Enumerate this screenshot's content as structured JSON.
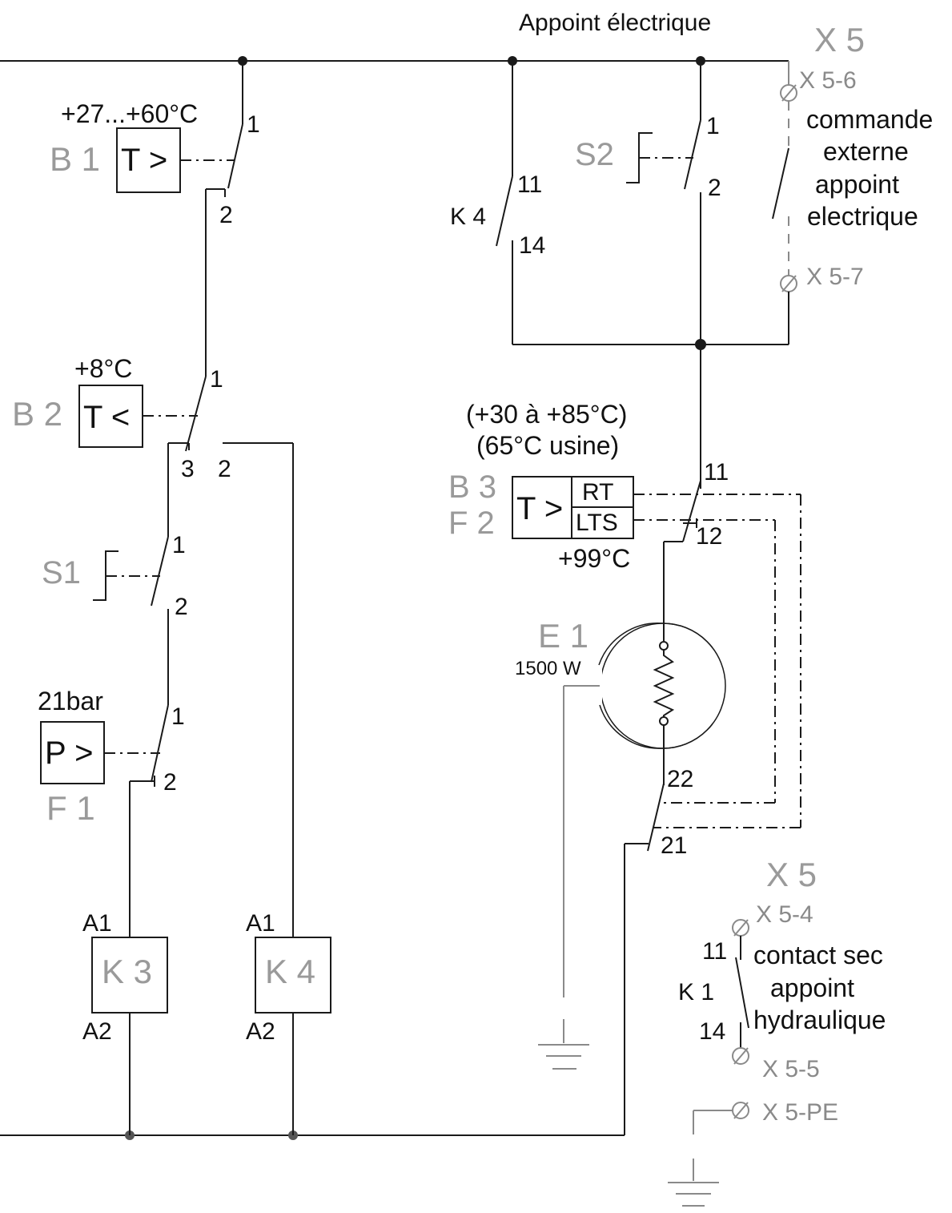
{
  "header": {
    "title": "Appoint électrique"
  },
  "b1": {
    "tag": "B 1",
    "range": "+27...+60°C",
    "symbol": "T >",
    "pin_top": "1",
    "pin_bottom": "2"
  },
  "b2": {
    "tag": "B 2",
    "setpoint": "+8°C",
    "symbol": "T <",
    "pin_common": "1",
    "pin_nc": "3",
    "pin_no": "2"
  },
  "s1": {
    "tag": "S1",
    "pin_top": "1",
    "pin_bottom": "2"
  },
  "f1": {
    "tag": "F 1",
    "setpoint": "21bar",
    "symbol": "P >",
    "pin_top": "1",
    "pin_bottom": "2"
  },
  "k3": {
    "tag": "K 3",
    "a1": "A1",
    "a2": "A2"
  },
  "k4": {
    "tag": "K 4",
    "a1": "A1",
    "a2": "A2",
    "contact_tag": "K 4",
    "pin_11": "11",
    "pin_14": "14"
  },
  "s2": {
    "tag": "S2",
    "pin_top": "1",
    "pin_bottom": "2"
  },
  "x5_top": {
    "tag": "X 5",
    "t6": "X 5-6",
    "t7": "X 5-7",
    "desc": [
      "commande",
      "externe",
      "appoint",
      "electrique"
    ]
  },
  "b3f2": {
    "tag_b3": "B 3",
    "tag_f2": "F 2",
    "range": "(+30 à +85°C)",
    "factory": "(65°C usine)",
    "symbol": "T >",
    "rt": "RT",
    "lts": "LTS",
    "lts_setpoint": "+99°C",
    "pin_11": "11",
    "pin_12": "12",
    "pin_22": "22",
    "pin_21": "21"
  },
  "e1": {
    "tag": "E 1",
    "power": "1500 W"
  },
  "x5_bottom": {
    "tag": "X 5",
    "t4": "X 5-4",
    "t5": "X 5-5",
    "tpe": "X 5-PE",
    "relay_tag": "K 1",
    "pin_11": "11",
    "pin_14": "14",
    "desc": [
      "contact sec",
      "appoint",
      "hydraulique"
    ]
  }
}
